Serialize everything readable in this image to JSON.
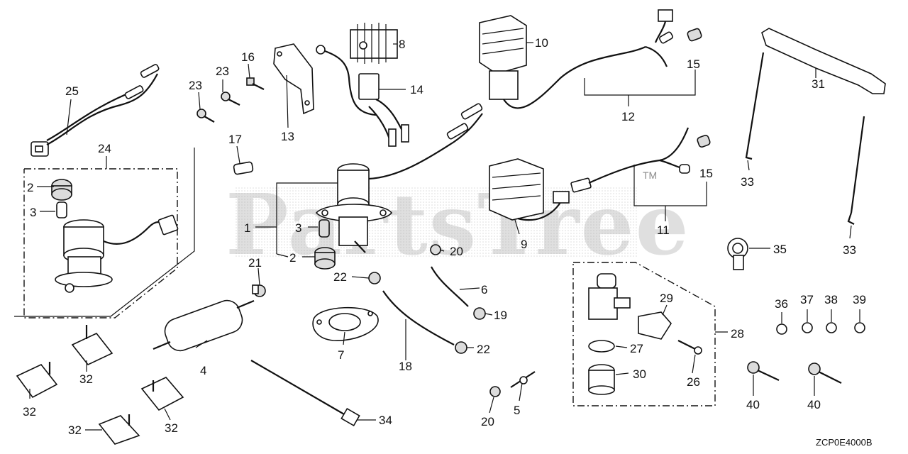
{
  "watermark": {
    "text": "PartsTree",
    "tm": "TM"
  },
  "diagram_code": "ZCP0E4000B",
  "callouts": {
    "c1": "1",
    "c2a": "2",
    "c2b": "2",
    "c3a": "3",
    "c3b": "3",
    "c4": "4",
    "c5": "5",
    "c6": "6",
    "c7": "7",
    "c8": "8",
    "c9": "9",
    "c10": "10",
    "c11": "11",
    "c12": "12",
    "c13": "13",
    "c14": "14",
    "c15a": "15",
    "c15b": "15",
    "c16": "16",
    "c17": "17",
    "c18": "18",
    "c19": "19",
    "c20a": "20",
    "c20b": "20",
    "c21": "21",
    "c22a": "22",
    "c22b": "22",
    "c23a": "23",
    "c23b": "23",
    "c24": "24",
    "c25": "25",
    "c26": "26",
    "c27": "27",
    "c28": "28",
    "c29": "29",
    "c30": "30",
    "c31": "31",
    "c32a": "32",
    "c32b": "32",
    "c32c": "32",
    "c32d": "32",
    "c33a": "33",
    "c33b": "33",
    "c34": "34",
    "c35": "35",
    "c36": "36",
    "c37": "37",
    "c38": "38",
    "c39": "39",
    "c40a": "40",
    "c40b": "40"
  }
}
